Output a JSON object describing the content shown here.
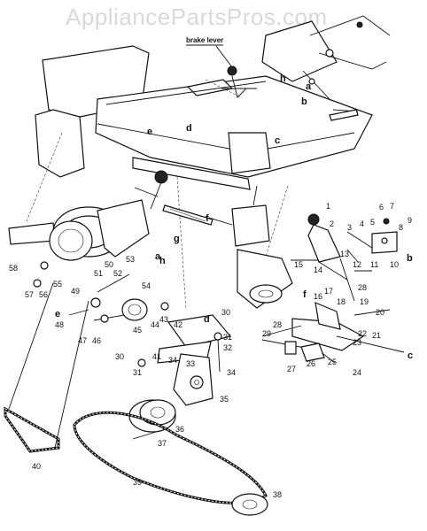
{
  "watermark": "AppliancePartsPros.com",
  "annotations": {
    "brake_lever": "brake lever"
  },
  "letters": [
    "a",
    "b",
    "c",
    "d",
    "e",
    "f",
    "g",
    "h"
  ],
  "part_numbers": [
    "1",
    "2",
    "3",
    "4",
    "5",
    "6",
    "7",
    "8",
    "9",
    "10",
    "11",
    "12",
    "13",
    "14",
    "15",
    "16",
    "17",
    "18",
    "19",
    "20",
    "21",
    "22",
    "23",
    "24",
    "25",
    "26",
    "27",
    "28",
    "29",
    "30",
    "31",
    "32",
    "33",
    "34",
    "35",
    "36",
    "37",
    "38",
    "39",
    "40",
    "41",
    "42",
    "43",
    "44",
    "45",
    "46",
    "47",
    "48",
    "49",
    "50",
    "51",
    "52",
    "53",
    "54",
    "55",
    "56",
    "57",
    "58"
  ]
}
